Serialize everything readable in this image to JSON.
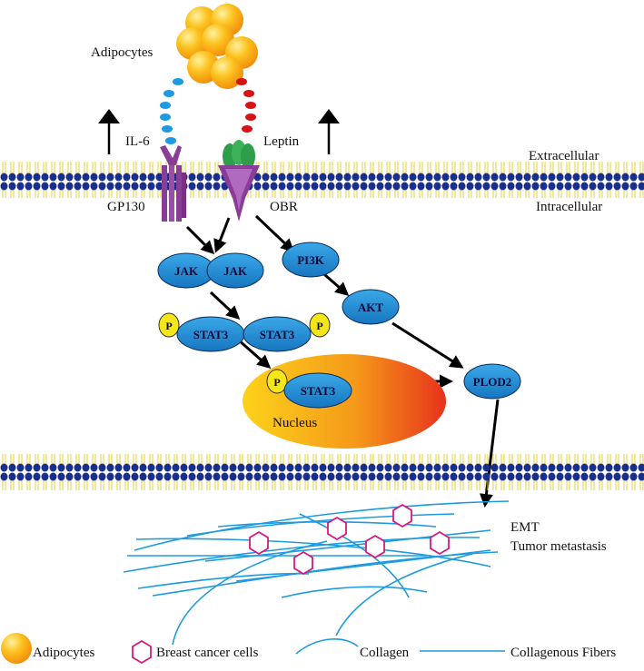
{
  "labels": {
    "adipocytes": "Adipocytes",
    "il6": "IL-6",
    "leptin": "Leptin",
    "extracellular": "Extracellular",
    "intracellular": "Intracellular",
    "gp130": "GP130",
    "obr": "OBR",
    "nucleus": "Nucleus",
    "emt": "EMT",
    "tumor_metastasis": "Tumor metastasis"
  },
  "nodes": {
    "jak": "JAK",
    "pi3k": "PI3K",
    "akt": "AKT",
    "stat3": "STAT3",
    "plod2": "PLOD2",
    "p": "P"
  },
  "legend": {
    "adipocytes": "Adipocytes",
    "breast_cancer_cells": "Breast cancer cells",
    "collagen": "Collagen",
    "collagenous_fibers": "Collagenous Fibers"
  },
  "colors": {
    "node_fill": "#1e90d6",
    "node_stroke": "#0a2a5a",
    "membrane_head": "#1a2f8c",
    "membrane_tail": "#e6d23a",
    "il6_dot": "#1e9be0",
    "leptin_dot": "#d61414",
    "receptor": "#8a3d96",
    "leptin_receptor_top": "#2e9e4a",
    "phospho_fill": "#f5e61a",
    "fiber": "#1e9be0",
    "cancer_cell": "#d6197a"
  }
}
